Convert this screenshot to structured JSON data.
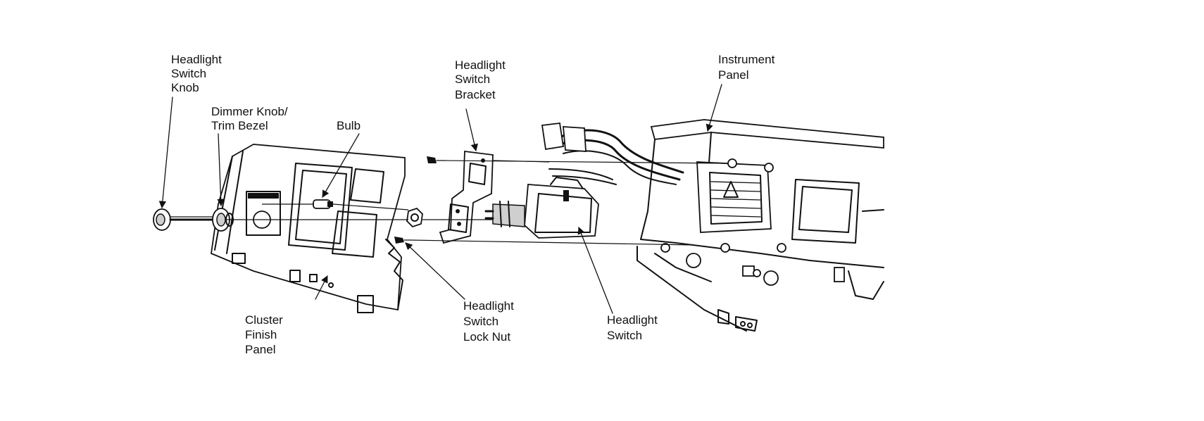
{
  "labels": {
    "headlight_switch_knob": [
      "Headlight",
      "Switch",
      "Knob"
    ],
    "dimmer_knob_trim_bezel": [
      "Dimmer Knob/",
      "Trim Bezel"
    ],
    "bulb": [
      "Bulb"
    ],
    "headlight_switch_bracket": [
      "Headlight",
      "Switch",
      "Bracket"
    ],
    "instrument_panel": [
      "Instrument",
      "Panel"
    ],
    "cluster_finish_panel": [
      "Cluster",
      "Finish",
      "Panel"
    ],
    "headlight_switch_lock_nut": [
      "Headlight",
      "Switch",
      "Lock Nut"
    ],
    "headlight_switch": [
      "Headlight",
      "Switch"
    ]
  }
}
